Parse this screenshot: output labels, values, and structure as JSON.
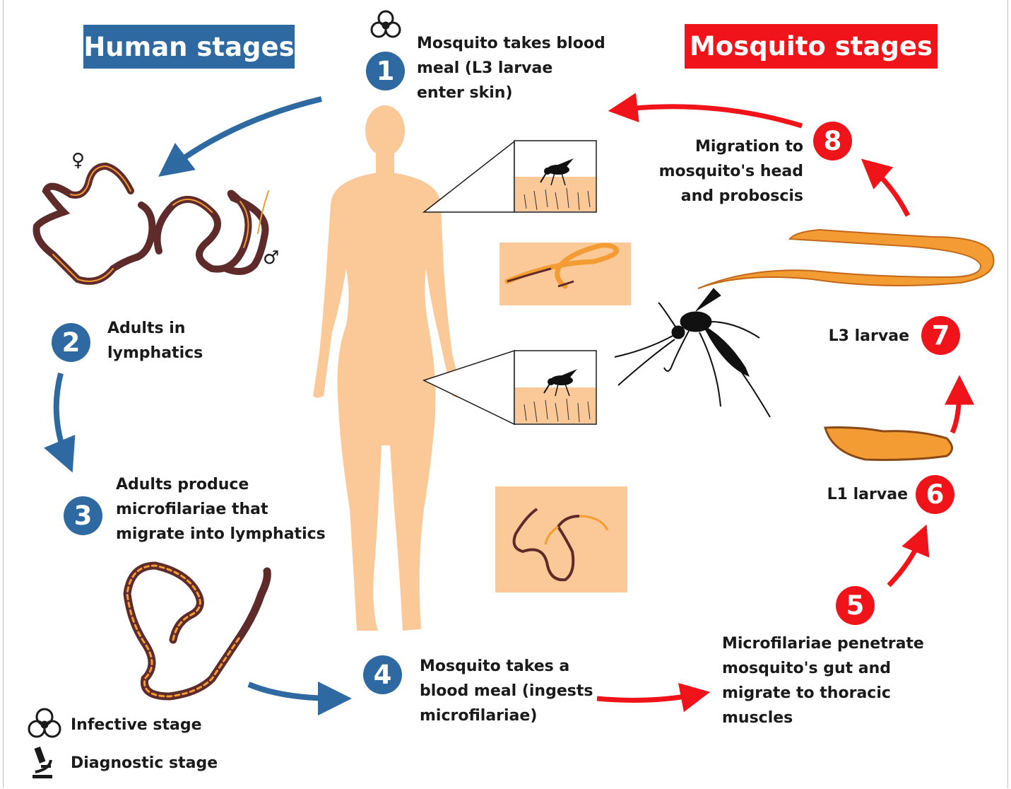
{
  "headers": {
    "human": "Human stages",
    "mosquito": "Mosquito stages"
  },
  "steps": [
    {
      "num": "1",
      "text": [
        "Mosquito takes blood",
        "meal (L3 larvae",
        "enter skin)"
      ]
    },
    {
      "num": "2",
      "text": [
        "Adults in",
        "lymphatics"
      ]
    },
    {
      "num": "3",
      "text": [
        "Adults produce",
        "microfilariae that",
        "migrate into lymphatics"
      ]
    },
    {
      "num": "4",
      "text": [
        "Mosquito takes a",
        "blood meal (ingests",
        "microfilariae)"
      ]
    },
    {
      "num": "5",
      "text": [
        "Microfilariae penetrate",
        "mosquito's gut and",
        "migrate to thoracic",
        "muscles"
      ]
    },
    {
      "num": "6",
      "text": [
        "L1 larvae"
      ]
    },
    {
      "num": "7",
      "text": [
        "L3 larvae"
      ]
    },
    {
      "num": "8",
      "text": [
        "Migration to",
        "mosquito's head",
        "and proboscis"
      ]
    }
  ],
  "symbols": {
    "female": "♀",
    "male": "♂"
  },
  "legend": {
    "infective": "Infective stage",
    "diagnostic": "Diagnostic stage"
  },
  "colors": {
    "human_blue": "#2e6aa1",
    "mosquito_red": "#f0141a",
    "skin": "#fbc997",
    "worm_brown": "#5e2a2a",
    "worm_orange": "#f39c34"
  },
  "icons": {
    "infective": "biohazard-icon",
    "diagnostic": "microscope-icon"
  }
}
